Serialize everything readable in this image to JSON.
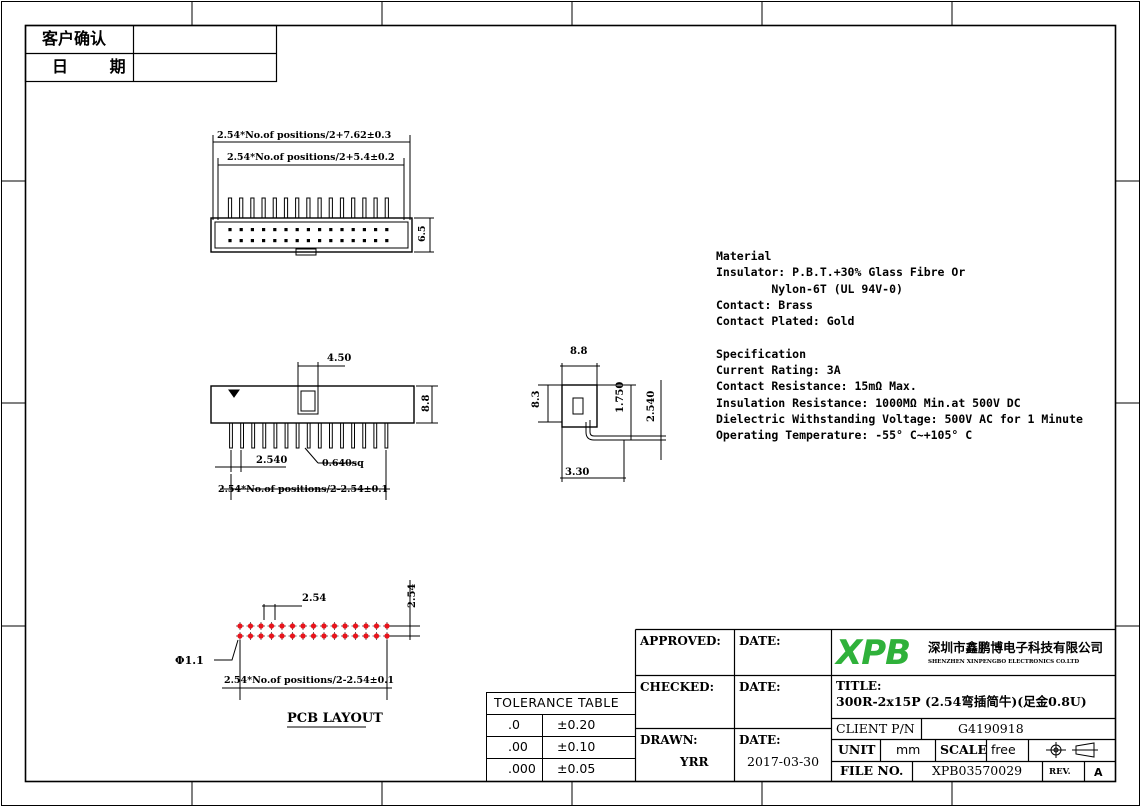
{
  "customer_box": {
    "confirm_label": "客户确认",
    "date_label": "日 期"
  },
  "top_view": {
    "dim_outer": "2.54*No.of positions/2+7.62±0.3",
    "dim_inner": "2.54*No.of positions/2+5.4±0.2",
    "dim_height": "6.5"
  },
  "side_view": {
    "dim_slot": "4.50",
    "dim_height": "8.8",
    "dim_pitch": "2.540",
    "dim_pin": "0.640sq",
    "dim_span": "2.54*No.of positions/2-2.54±0.1"
  },
  "end_view": {
    "dim_width": "8.8",
    "dim_body": "8.3",
    "dim_pin_h": "1.750",
    "dim_pitch": "2.540",
    "dim_offset": "3.30"
  },
  "pcb_view": {
    "dim_pitch": "2.54",
    "dim_row": "2.54",
    "dim_hole": "Φ1.1",
    "dim_span": "2.54*No.of positions/2-2.54±0.1",
    "label": "PCB LAYOUT"
  },
  "notes": {
    "lines": [
      "Material",
      "Insulator: P.B.T.+30% Glass Fibre Or",
      "        Nylon-6T (UL 94V-0)",
      "Contact: Brass",
      "Contact Plated: Gold",
      "",
      "Specification",
      "Current Rating: 3A",
      "Contact Resistance: 15mΩ Max.",
      "Insulation Resistance: 1000MΩ Min.at 500V DC",
      "Dielectric Withstanding Voltage: 500V AC for 1 Minute",
      "Operating Temperature: -55° C~+105° C"
    ]
  },
  "tolerance_table": {
    "title": "TOLERANCE TABLE",
    "rows": [
      {
        "places": ".0",
        "tol": "±0.20"
      },
      {
        "places": ".00",
        "tol": "±0.10"
      },
      {
        "places": ".000",
        "tol": "±0.05"
      }
    ]
  },
  "title_block": {
    "approved_label": "APPROVED:",
    "checked_label": "CHECKED:",
    "drawn_label": "DRAWN:",
    "drawn_value": "YRR",
    "date_label": "DATE:",
    "date_value": "2017-03-30",
    "logo": "XPB",
    "company_cn": "深圳市鑫鹏博电子科技有限公司",
    "company_en": "SHENZHEN XINPENGBO ELECTRONICS CO.LTD",
    "title_label": "TITLE:",
    "title_value": "300R-2x15P (2.54弯插简牛)(足金0.8U)",
    "client_pn_label": "CLIENT P/N",
    "client_pn_value": "G4190918",
    "unit_label": "UNIT",
    "unit_value": "mm",
    "scale_label": "SCALE",
    "scale_value": "free",
    "file_label": "FILE NO.",
    "file_value": "XPB03570029",
    "rev_label": "REV.",
    "rev_value": "A"
  },
  "colors": {
    "logo_green": "#2fb13a",
    "pad_red": "#e8141c"
  }
}
